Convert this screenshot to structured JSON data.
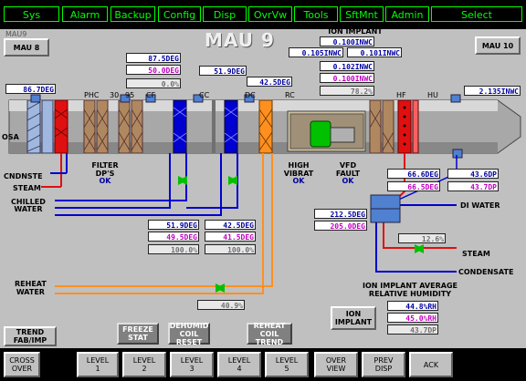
{
  "menu": [
    "Sys",
    "Alarm",
    "Backup",
    "Config",
    "Disp",
    "OvrVw",
    "Tools",
    "SftMnt",
    "Admin",
    "Select"
  ],
  "header": {
    "unit_code": "MAU9",
    "title": "MAU 9",
    "prev_unit": "MAU 8",
    "next_unit": "MAU 10"
  },
  "ion_implant": {
    "label": "ION IMPLANT",
    "p1": "0.100INWC",
    "p2": "0.105INWC",
    "p3": "0.101INWC",
    "p4": "0.102INWC",
    "p5": "0.100INWC",
    "pct": "78.2%"
  },
  "osa": {
    "label": "OSA",
    "temp": "86.7DEG"
  },
  "sections": {
    "phc": "PHC",
    "s30": "30",
    "s95": "95",
    "cf": "CF",
    "cc": "CC",
    "dc": "DC",
    "rc": "RC",
    "hf": "HF",
    "hu": "HU"
  },
  "phc_values": {
    "t1": "87.5DEG",
    "t2": "50.0DEG",
    "pct": "0.0%"
  },
  "cc_temp": "51.9DEG",
  "dc_temp": "42.5DEG",
  "hu_value": "2.135INWC",
  "status": {
    "filter": "FILTER\nDP'S",
    "filter_ok": "OK",
    "vibrat": "HIGH\nVIBRAT",
    "vibrat_ok": "OK",
    "vfd": "VFD\nFAULT",
    "vfd_ok": "OK"
  },
  "labels": {
    "cndnste": "CNDNSTE",
    "steam": "STEAM",
    "chilled": "CHILLED\nWATER",
    "reheat": "REHEAT\nWATER",
    "di_water": "DI WATER",
    "steam2": "STEAM",
    "condensate": "CONDENSATE"
  },
  "coil_vals": {
    "cc_t1": "51.9DEG",
    "cc_t2": "49.5DEG",
    "cc_pct": "100.0%",
    "dc_t1": "42.5DEG",
    "dc_t2": "41.5DEG",
    "dc_pct": "100.0%"
  },
  "reheat_pct": "40.9%",
  "di": {
    "t1": "212.5DEG",
    "t2": "205.0DEG",
    "pct": "12.6%"
  },
  "hu_box": {
    "t1": "66.6DEG",
    "dp1": "43.6DP",
    "t2": "66.5DEG",
    "dp2": "43.7DP"
  },
  "rh_title": "ION IMPLANT AVERAGE\nRELATIVE HUMIDITY",
  "rh": {
    "btn": "ION\nIMPLANT",
    "v1": "44.8%RH",
    "v2": "45.0%RH",
    "v3": "43.7DP"
  },
  "mid_buttons": {
    "freeze": "FREEZE\nSTAT",
    "dehumid": "DEHUMID\nCOIL\nRESET",
    "reheat_trend": "REHEAT\nCOIL\nTREND"
  },
  "trend_btn": "TREND\nFAB/IMP",
  "nav": [
    "CROSS\nOVER",
    "LEVEL\n1",
    "LEVEL\n2",
    "LEVEL\n3",
    "LEVEL\n4",
    "LEVEL\n5",
    "OVER\nVIEW",
    "PREV\nDISP",
    "ACK"
  ]
}
